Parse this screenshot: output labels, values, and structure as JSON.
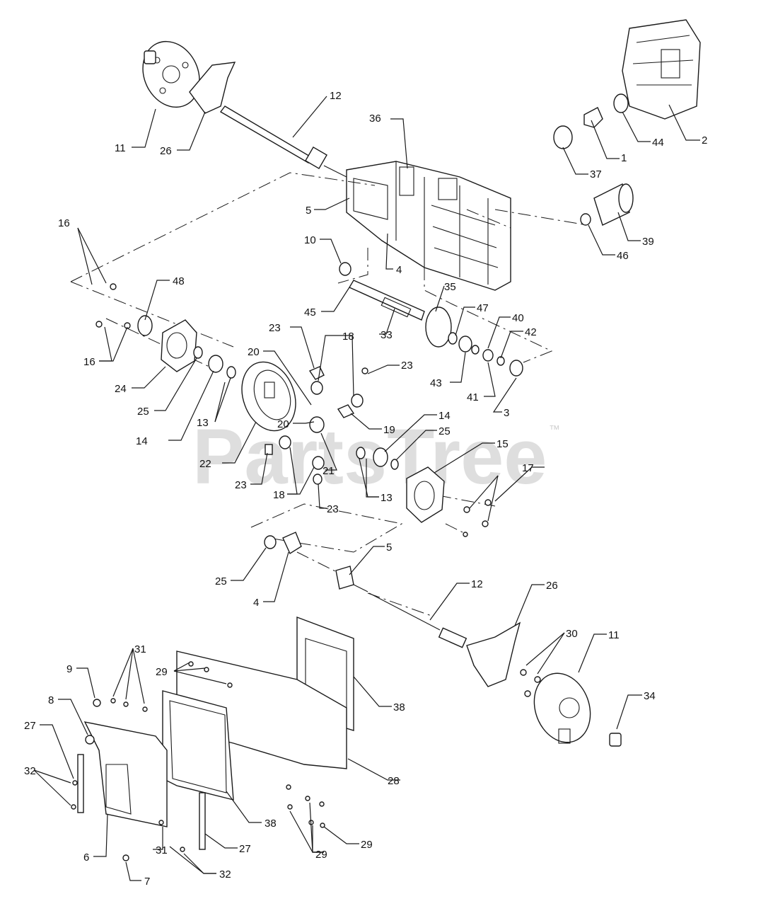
{
  "watermark": {
    "text": "PartsTree",
    "trademark": "™"
  },
  "callouts": [
    "12",
    "11",
    "26",
    "36",
    "1",
    "44",
    "2",
    "37",
    "5",
    "10",
    "4",
    "46",
    "39",
    "16",
    "48",
    "45",
    "35",
    "47",
    "40",
    "33",
    "42",
    "23",
    "18",
    "23",
    "20",
    "16",
    "24",
    "43",
    "41",
    "3",
    "25",
    "14",
    "13",
    "20",
    "19",
    "14",
    "25",
    "15",
    "17",
    "22",
    "21",
    "23",
    "18",
    "13",
    "23",
    "25",
    "5",
    "4",
    "12",
    "26",
    "30",
    "11",
    "31",
    "9",
    "29",
    "38",
    "8",
    "34",
    "27",
    "32",
    "28",
    "38",
    "6",
    "31",
    "27",
    "29",
    "29",
    "7",
    "32"
  ]
}
